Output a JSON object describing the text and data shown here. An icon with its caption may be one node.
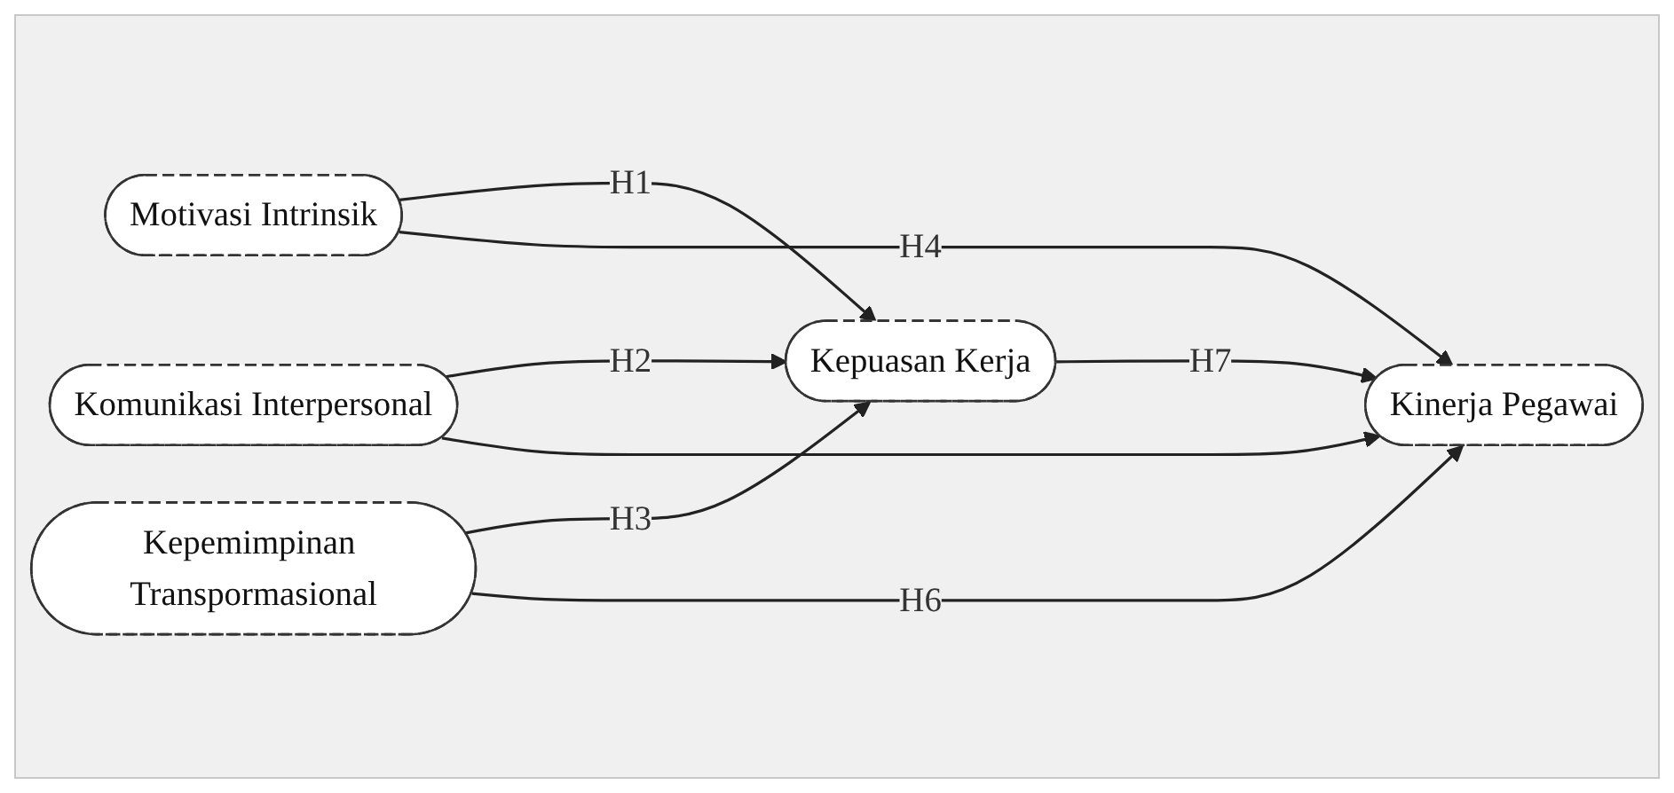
{
  "diagram": {
    "nodes": [
      {
        "text": [
          "Motivasi Intrinsik"
        ]
      },
      {
        "text": [
          "Komunikasi Interpersonal"
        ]
      },
      {
        "text": [
          "Kepemimpinan Transpormasional"
        ]
      },
      {
        "text": [
          "Kepuasan Kerja"
        ]
      },
      {
        "text": [
          "Kinerja Pegawai"
        ]
      }
    ],
    "edges": [
      {
        "from": 0,
        "to": 3,
        "label": "H1",
        "arrow": "to"
      },
      {
        "from": 1,
        "to": 3,
        "label": "H2",
        "arrow": "to"
      },
      {
        "from": 2,
        "to": 3,
        "label": "H3",
        "arrow": "to"
      },
      {
        "from": 0,
        "to": 4,
        "label": "H4",
        "arrow": "to"
      },
      {
        "from": 1,
        "to": 4,
        "arrow": "to"
      },
      {
        "from": 2,
        "to": 4,
        "label": "H6",
        "arrow": "to"
      },
      {
        "from": 3,
        "to": 4,
        "label": "H7",
        "arrow": "to"
      }
    ]
  }
}
